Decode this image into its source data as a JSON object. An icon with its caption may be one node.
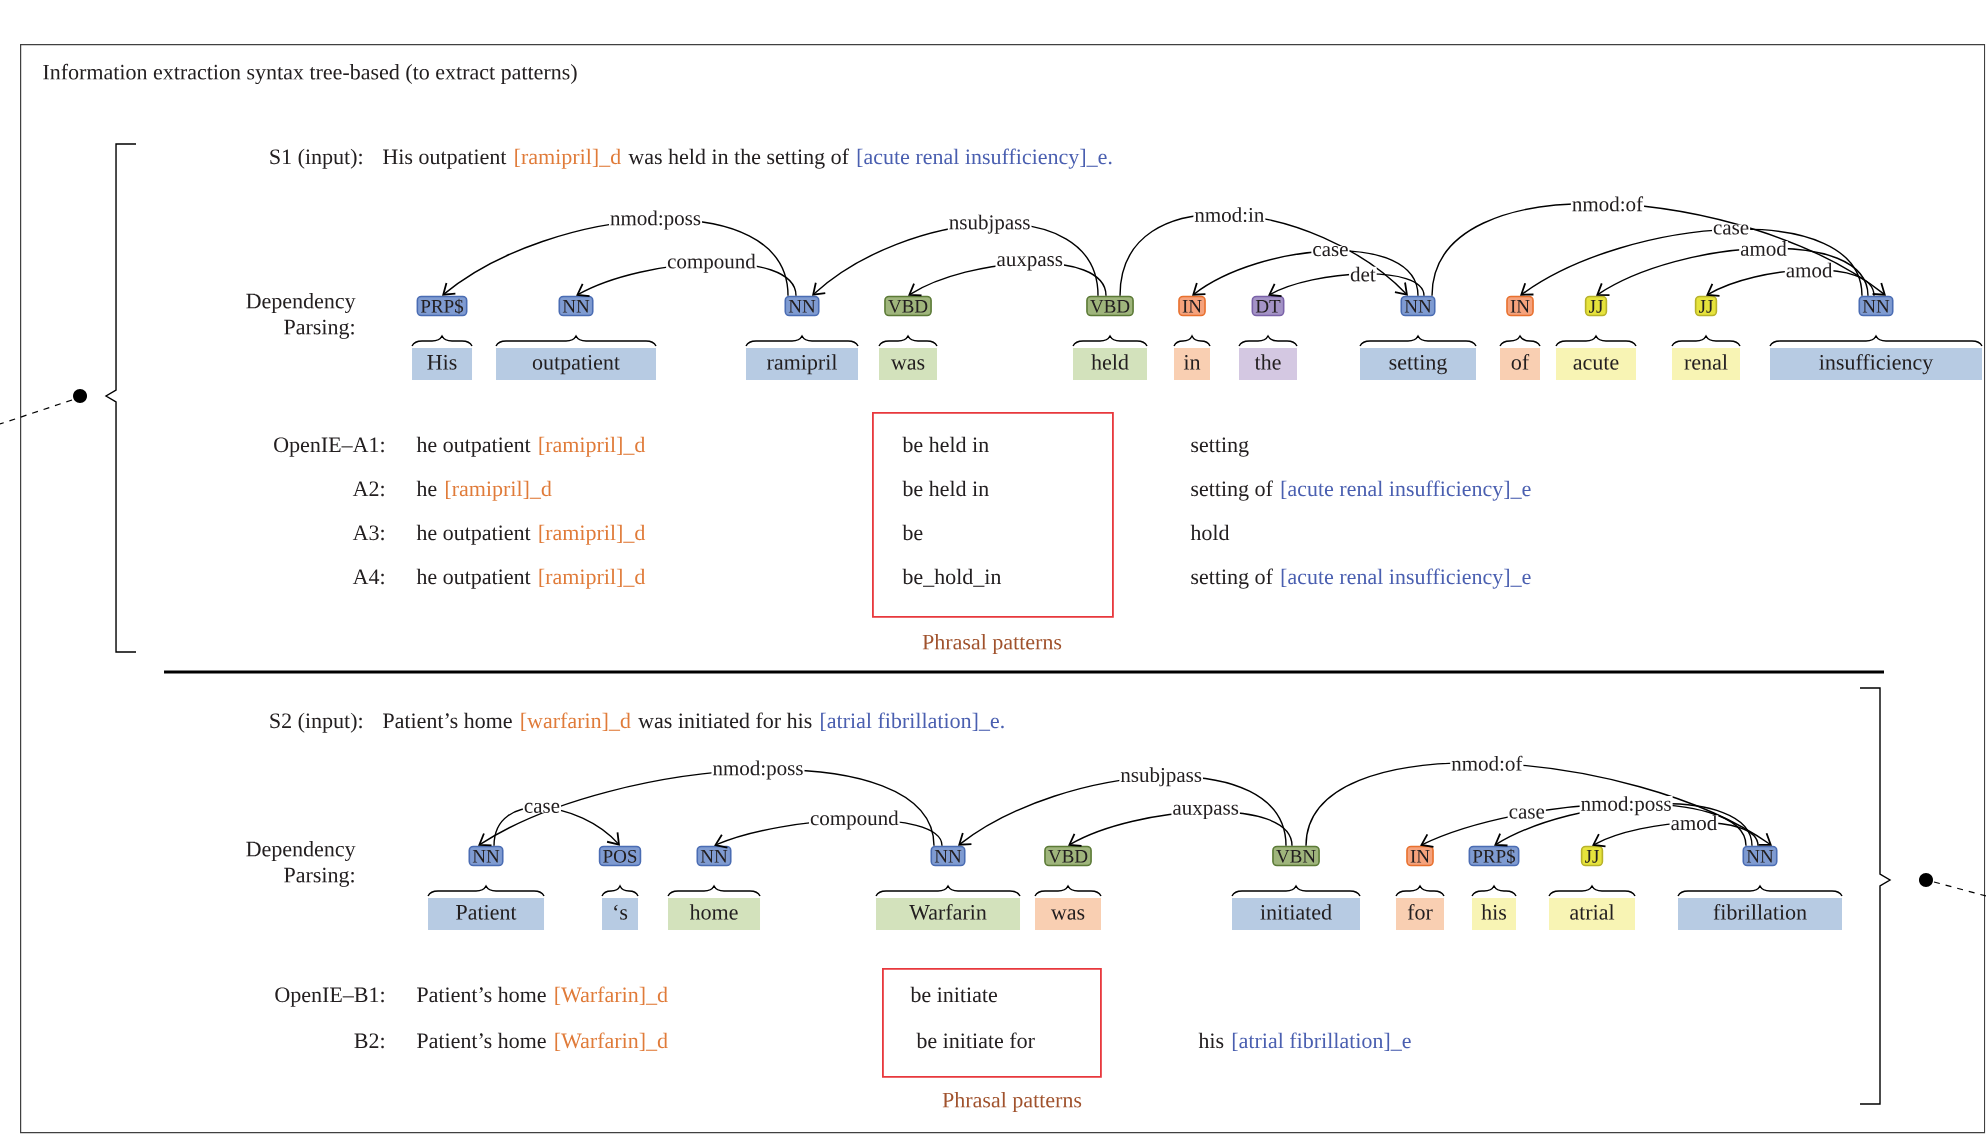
{
  "diagram": {
    "nodes": [
      {
        "text": [
          "Information extraction syntax tree-based (to extract patterns)"
        ]
      },
      {
        "text": [
          "PRP$"
        ],
        "in": 0
      },
      {
        "text": [
          "NN"
        ],
        "in": 0
      },
      {
        "text": [
          "NN"
        ],
        "in": 0
      },
      {
        "text": [
          "VBD"
        ],
        "in": 0
      },
      {
        "text": [
          "VBD"
        ],
        "in": 0
      },
      {
        "text": [
          "IN"
        ],
        "in": 0
      },
      {
        "text": [
          "DT"
        ],
        "in": 0
      },
      {
        "text": [
          "NN"
        ],
        "in": 0
      },
      {
        "text": [
          "IN"
        ],
        "in": 0
      },
      {
        "text": [
          "JJ"
        ],
        "in": 0
      },
      {
        "text": [
          "JJ"
        ],
        "in": 0
      },
      {
        "text": [
          "NN"
        ],
        "in": 0
      },
      {
        "text": [
          "His"
        ],
        "in": 0
      },
      {
        "text": [
          "outpatient"
        ],
        "in": 0
      },
      {
        "text": [
          "ramipril"
        ],
        "in": 0
      },
      {
        "text": [
          "was"
        ],
        "in": 0
      },
      {
        "text": [
          "held"
        ],
        "in": 0
      },
      {
        "text": [
          "in"
        ],
        "in": 0
      },
      {
        "text": [
          "the"
        ],
        "in": 0
      },
      {
        "text": [
          "setting"
        ],
        "in": 0
      },
      {
        "text": [
          "of"
        ],
        "in": 0
      },
      {
        "text": [
          "acute"
        ],
        "in": 0
      },
      {
        "text": [
          "renal"
        ],
        "in": 0
      },
      {
        "text": [
          "insufficiency"
        ],
        "in": 0
      },
      {
        "text": [
          "be held in",
          "be held in",
          "be",
          "be_hold_in"
        ],
        "beside": [
          "Phrasal patterns"
        ],
        "in": 0
      },
      {
        "text": [
          "NN"
        ],
        "in": 0
      },
      {
        "text": [
          "POS"
        ],
        "in": 0
      },
      {
        "text": [
          "NN"
        ],
        "in": 0
      },
      {
        "text": [
          "NN"
        ],
        "in": 0
      },
      {
        "text": [
          "VBD"
        ],
        "in": 0
      },
      {
        "text": [
          "VBN"
        ],
        "in": 0
      },
      {
        "text": [
          "IN"
        ],
        "in": 0
      },
      {
        "text": [
          "PRP$"
        ],
        "in": 0
      },
      {
        "text": [
          "JJ"
        ],
        "in": 0
      },
      {
        "text": [
          "NN"
        ],
        "in": 0
      },
      {
        "text": [
          "Patient"
        ],
        "in": 0
      },
      {
        "text": [
          "‘s"
        ],
        "in": 0
      },
      {
        "text": [
          "home"
        ],
        "in": 0
      },
      {
        "text": [
          "Warfarin"
        ],
        "in": 0
      },
      {
        "text": [
          "was"
        ],
        "in": 0
      },
      {
        "text": [
          "initiated"
        ],
        "in": 0
      },
      {
        "text": [
          "for"
        ],
        "in": 0
      },
      {
        "text": [
          "his"
        ],
        "in": 0
      },
      {
        "text": [
          "atrial"
        ],
        "in": 0
      },
      {
        "text": [
          "fibrillation"
        ],
        "in": 0
      },
      {
        "text": [
          "be initiate",
          "be initiate for"
        ],
        "beside": [
          "Phrasal patterns"
        ],
        "in": 0
      }
    ],
    "edges": [
      {
        "from": 3,
        "to": 1,
        "arrow": "to",
        "label": "nmod:poss"
      },
      {
        "from": 3,
        "to": 2,
        "arrow": "to",
        "label": "compound"
      },
      {
        "from": 5,
        "to": 3,
        "arrow": "to",
        "label": "nsubjpass"
      },
      {
        "from": 5,
        "to": 4,
        "arrow": "to",
        "label": "auxpass"
      },
      {
        "from": 5,
        "to": 8,
        "arrow": "to",
        "label": "nmod:in"
      },
      {
        "from": 8,
        "to": 6,
        "arrow": "to",
        "label": "case"
      },
      {
        "from": 8,
        "to": 7,
        "arrow": "to",
        "label": "det"
      },
      {
        "from": 8,
        "to": 12,
        "arrow": "to",
        "label": "nmod:of"
      },
      {
        "from": 12,
        "to": 9,
        "arrow": "to",
        "label": "case"
      },
      {
        "from": 12,
        "to": 10,
        "arrow": "to",
        "label": "amod"
      },
      {
        "from": 12,
        "to": 11,
        "arrow": "to",
        "label": "amod"
      },
      {
        "from": 29,
        "to": 26,
        "arrow": "to",
        "label": "nmod:poss"
      },
      {
        "from": 26,
        "to": 27,
        "arrow": "to",
        "label": "case"
      },
      {
        "from": 29,
        "to": 28,
        "arrow": "to",
        "label": "compound"
      },
      {
        "from": 31,
        "to": 29,
        "arrow": "to",
        "label": "nsubjpass"
      },
      {
        "from": 31,
        "to": 30,
        "arrow": "to",
        "label": "auxpass"
      },
      {
        "from": 31,
        "to": 35,
        "arrow": "to",
        "label": "nmod:of"
      },
      {
        "from": 35,
        "to": 32,
        "arrow": "to",
        "label": "case"
      },
      {
        "from": 35,
        "to": 33,
        "arrow": "to",
        "label": "nmod:poss"
      },
      {
        "from": 35,
        "to": 34,
        "arrow": "to",
        "label": "amod"
      }
    ],
    "labels": [
      "S1 (input):",
      "His outpatient",
      "[ramipril]_d",
      "was held in the setting of",
      "[acute renal insufficiency]_e.",
      "Dependency Parsing:",
      "OpenIE–A1:",
      "he outpatient",
      "[ramipril]_d",
      "setting",
      "A2:",
      "he",
      "[ramipril]_d",
      "setting of",
      "[acute renal insufficiency]_e",
      "A3:",
      "he outpatient",
      "[ramipril]_d",
      "hold",
      "A4:",
      "he outpatient",
      "[ramipril]_d",
      "setting of",
      "[acute renal insufficiency]_e",
      "S2 (input):",
      "Patient’s home",
      "[warfarin]_d",
      "was initiated for his",
      "[atrial fibrillation]_e.",
      "Dependency Parsing:",
      "OpenIE–B1:",
      "Patient’s home",
      "[Warfarin]_d",
      "B2:",
      "Patient’s home",
      "[Warfarin]_d",
      "his",
      "[atrial fibrillation]_e"
    ]
  }
}
